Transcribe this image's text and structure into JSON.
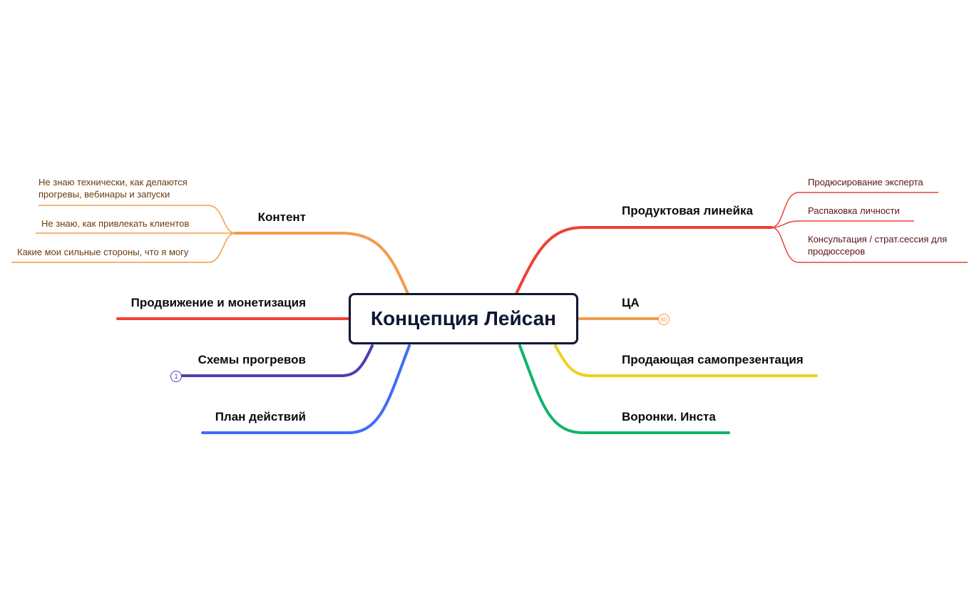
{
  "root": {
    "label": "Концепция Лейсан"
  },
  "branches": {
    "content": {
      "label": "Контент",
      "color": "#f29c4a",
      "children": [
        "Не знаю технически, как делаются\nпрогревы, вебинары и запуски",
        "Не знаю, как привлекать клиентов",
        "Какие мои сильные стороны, что я могу"
      ]
    },
    "promotion": {
      "label": "Продвижение и монетизация",
      "color": "#ef4136"
    },
    "warmup": {
      "label": "Схемы прогревов",
      "color": "#4b3fb5",
      "badge": "1"
    },
    "plan": {
      "label": "План действий",
      "color": "#3f6df6"
    },
    "product": {
      "label": "Продуктовая линейка",
      "color": "#ef4136",
      "children": [
        "Продюсирование эксперта",
        "Распаковка личности",
        "Консультация / страт.сессия для\nпродюссеров"
      ]
    },
    "ca": {
      "label": "ЦА",
      "color": "#f29c4a",
      "badge": "60"
    },
    "selfpresentation": {
      "label": "Продающая самопрезентация",
      "color": "#ecd21e"
    },
    "funnels": {
      "label": "Воронки. Инста",
      "color": "#10b46b"
    }
  }
}
